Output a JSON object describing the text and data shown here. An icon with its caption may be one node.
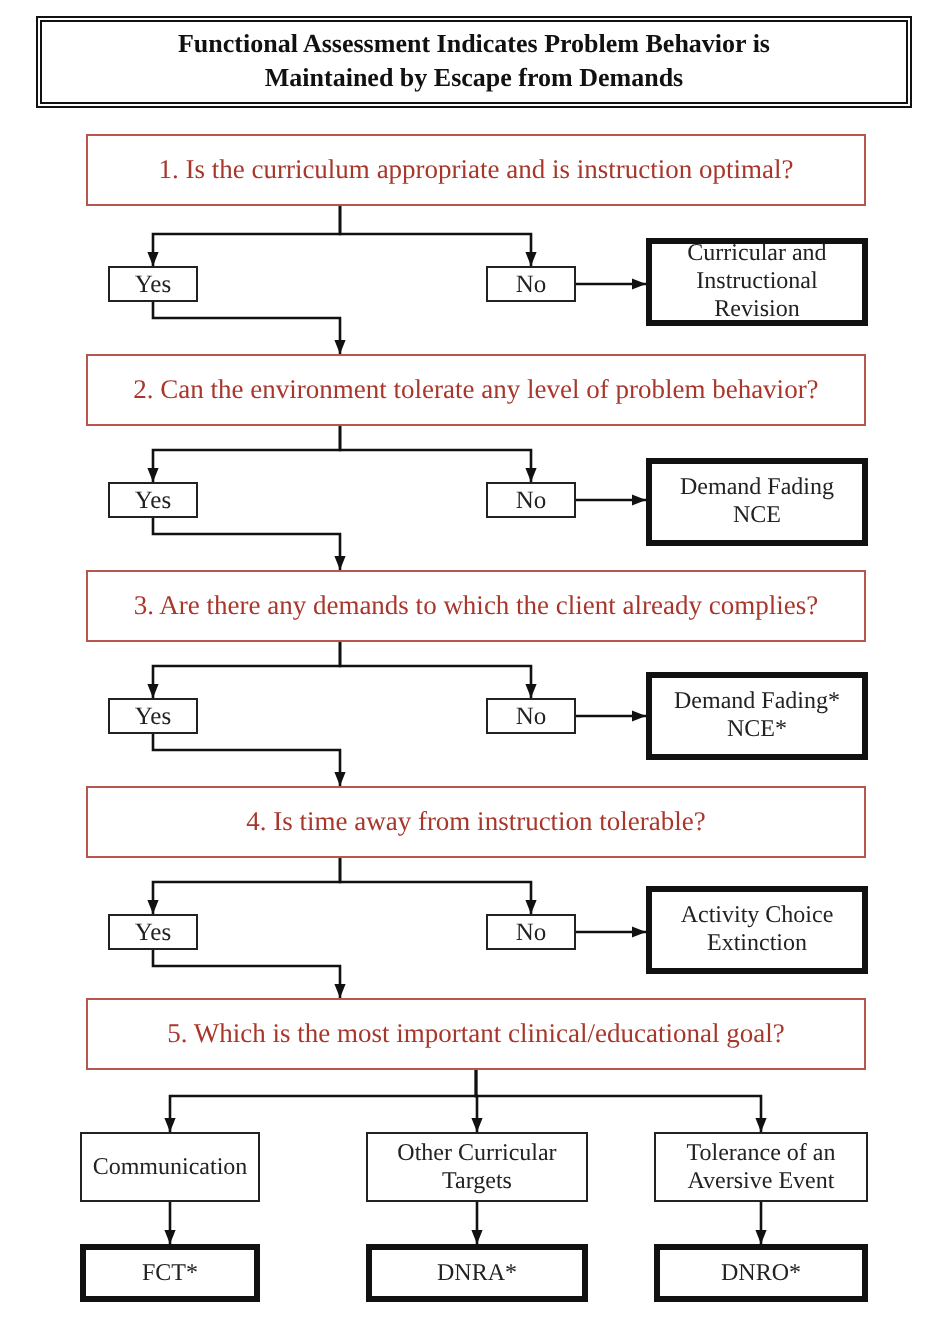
{
  "diagram": {
    "title": "Functional Assessment Indicates Problem Behavior is Maintained by Escape from Demands",
    "nodes": [
      {
        "text": [
          "1. Is the curriculum appropriate and is instruction optimal?"
        ]
      },
      {
        "text": [
          "Yes"
        ]
      },
      {
        "text": [
          "No"
        ]
      },
      {
        "text": [
          "Curricular and Instructional Revision"
        ]
      },
      {
        "text": [
          "2. Can the environment tolerate any level of problem behavior?"
        ]
      },
      {
        "text": [
          "Yes"
        ]
      },
      {
        "text": [
          "No"
        ]
      },
      {
        "text": [
          "Demand Fading NCE"
        ]
      },
      {
        "text": [
          "3. Are there any demands to which the client already complies?"
        ]
      },
      {
        "text": [
          "Yes"
        ]
      },
      {
        "text": [
          "No"
        ]
      },
      {
        "text": [
          "Demand Fading* NCE*"
        ]
      },
      {
        "text": [
          "4. Is time away from instruction tolerable?"
        ]
      },
      {
        "text": [
          "Yes"
        ]
      },
      {
        "text": [
          "No"
        ]
      },
      {
        "text": [
          "Activity Choice Extinction"
        ]
      },
      {
        "text": [
          "5. Which is the most important clinical/educational goal?"
        ]
      },
      {
        "text": [
          "Communication"
        ]
      },
      {
        "text": [
          "Other Curricular Targets"
        ]
      },
      {
        "text": [
          "Tolerance of an Aversive Event"
        ]
      },
      {
        "text": [
          "FCT*"
        ]
      },
      {
        "text": [
          "DNRA*"
        ]
      },
      {
        "text": [
          "DNRO*"
        ]
      }
    ],
    "edges": [
      {
        "from": 0,
        "to": 1,
        "arrow": "to"
      },
      {
        "from": 0,
        "to": 2,
        "arrow": "to"
      },
      {
        "from": 2,
        "to": 3,
        "arrow": "to"
      },
      {
        "from": 1,
        "to": 4,
        "arrow": "to"
      },
      {
        "from": 4,
        "to": 5,
        "arrow": "to"
      },
      {
        "from": 4,
        "to": 6,
        "arrow": "to"
      },
      {
        "from": 6,
        "to": 7,
        "arrow": "to"
      },
      {
        "from": 5,
        "to": 8,
        "arrow": "to"
      },
      {
        "from": 8,
        "to": 9,
        "arrow": "to"
      },
      {
        "from": 8,
        "to": 10,
        "arrow": "to"
      },
      {
        "from": 10,
        "to": 11,
        "arrow": "to"
      },
      {
        "from": 9,
        "to": 12,
        "arrow": "to"
      },
      {
        "from": 12,
        "to": 13,
        "arrow": "to"
      },
      {
        "from": 12,
        "to": 14,
        "arrow": "to"
      },
      {
        "from": 14,
        "to": 15,
        "arrow": "to"
      },
      {
        "from": 13,
        "to": 16,
        "arrow": "to"
      },
      {
        "from": 16,
        "to": 17,
        "arrow": "to"
      },
      {
        "from": 16,
        "to": 18,
        "arrow": "to"
      },
      {
        "from": 16,
        "to": 19,
        "arrow": "to"
      },
      {
        "from": 17,
        "to": 20,
        "arrow": "to"
      },
      {
        "from": 18,
        "to": 21,
        "arrow": "to"
      },
      {
        "from": 19,
        "to": 22,
        "arrow": "to"
      }
    ]
  }
}
